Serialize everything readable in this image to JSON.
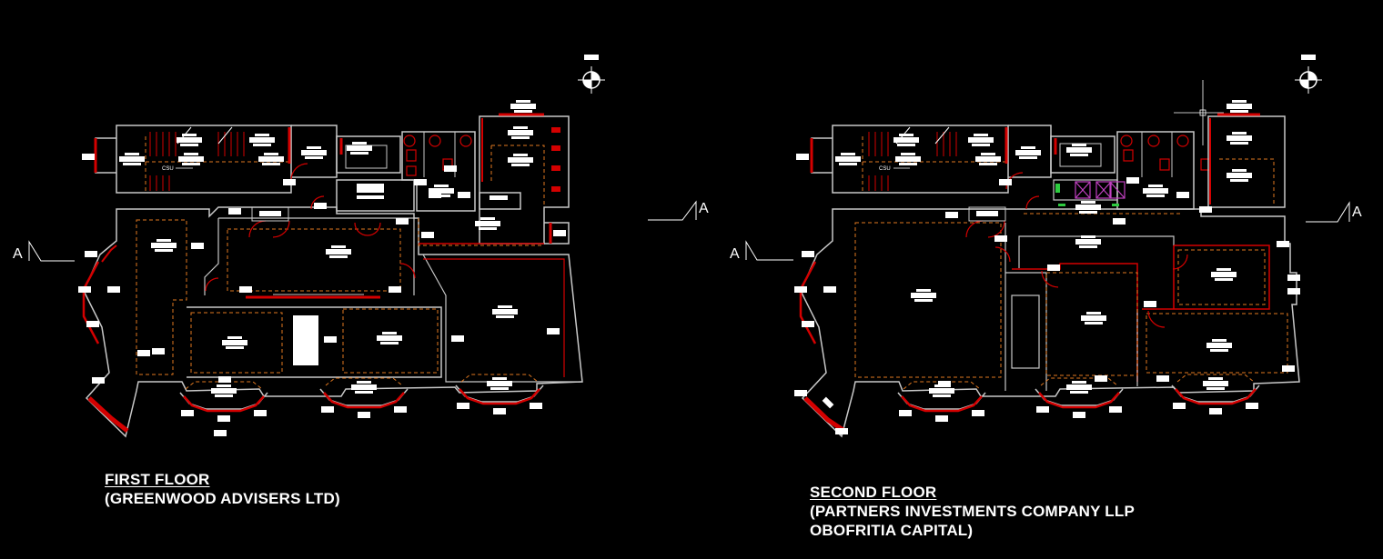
{
  "colors": {
    "background": "#000000",
    "wall": "#c8c8c8",
    "red_wall": "#d40000",
    "dashed": "#e07820",
    "label": "#ffffff",
    "green": "#2ecc40",
    "magenta": "#c040c0"
  },
  "first_floor": {
    "title": "FIRST FLOOR",
    "tenant_line_1": "(GREENWOOD ADVISERS LTD)",
    "stair_label": "CSU",
    "section_marker": "A"
  },
  "second_floor": {
    "title": "SECOND FLOOR",
    "tenant_line_1": "(PARTNERS INVESTMENTS COMPANY LLP",
    "tenant_line_2": "OBOFRITIA CAPITAL)",
    "stair_label": "CSU",
    "section_marker": "A"
  },
  "icons": [
    "north-arrow-icon",
    "section-marker-icon"
  ]
}
